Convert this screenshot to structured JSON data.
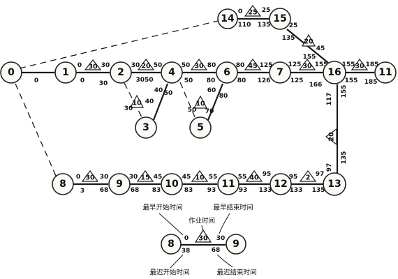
{
  "nodes": [
    {
      "id": "n0",
      "label": "0"
    },
    {
      "id": "n1",
      "label": "1"
    },
    {
      "id": "n2",
      "label": "2"
    },
    {
      "id": "n4",
      "label": "4"
    },
    {
      "id": "n6",
      "label": "6"
    },
    {
      "id": "n7",
      "label": "7"
    },
    {
      "id": "n16",
      "label": "16"
    },
    {
      "id": "n11",
      "label": "11"
    },
    {
      "id": "n14",
      "label": "14"
    },
    {
      "id": "n15",
      "label": "15"
    },
    {
      "id": "n3",
      "label": "3"
    },
    {
      "id": "n5",
      "label": "5"
    },
    {
      "id": "n8",
      "label": "8"
    },
    {
      "id": "n9",
      "label": "9"
    },
    {
      "id": "n10",
      "label": "10"
    },
    {
      "id": "n11b",
      "label": "11"
    },
    {
      "id": "n12",
      "label": "12"
    },
    {
      "id": "n13",
      "label": "13"
    },
    {
      "id": "leg8",
      "label": "8"
    },
    {
      "id": "leg9",
      "label": "9"
    }
  ],
  "edges": [
    {
      "id": "e0-1",
      "duration": "",
      "texts": [
        "0"
      ]
    },
    {
      "id": "e1-2",
      "duration": "30",
      "texts": [
        "0",
        "30",
        "0",
        "30"
      ]
    },
    {
      "id": "e2-4",
      "duration": "20",
      "texts": [
        "30",
        "50",
        "3050"
      ]
    },
    {
      "id": "e4-6",
      "duration": "30",
      "texts": [
        "50",
        "80",
        "50",
        "80"
      ]
    },
    {
      "id": "e6-7",
      "duration": "45",
      "texts": [
        "80",
        "125",
        "80",
        "126"
      ]
    },
    {
      "id": "e7-16",
      "duration": "30",
      "texts": [
        "125",
        "155",
        "125",
        "166"
      ]
    },
    {
      "id": "e16-11",
      "duration": "30",
      "texts": [
        "155",
        "185",
        "155",
        "185"
      ]
    },
    {
      "id": "e2-3",
      "duration": "10",
      "texts": [
        "30",
        "40"
      ]
    },
    {
      "id": "e3-4",
      "duration": "",
      "texts": [
        "40",
        "50"
      ]
    },
    {
      "id": "e4-5",
      "duration": "10",
      "texts": [
        "50",
        "60"
      ]
    },
    {
      "id": "e5-6",
      "duration": "",
      "texts": [
        "70",
        "80"
      ]
    },
    {
      "id": "e0-14",
      "duration": "",
      "texts": []
    },
    {
      "id": "e14-15",
      "duration": "25",
      "texts": [
        "0",
        "25",
        "110",
        "135"
      ]
    },
    {
      "id": "e15-16",
      "duration": "20",
      "texts": [
        "25",
        "45",
        "135",
        "155"
      ]
    },
    {
      "id": "e0-8",
      "duration": "",
      "texts": []
    },
    {
      "id": "e8-9",
      "duration": "30",
      "texts": [
        "0",
        "30",
        "3",
        "68"
      ]
    },
    {
      "id": "e9-10",
      "duration": "15",
      "texts": [
        "30",
        "45",
        "68",
        "83"
      ]
    },
    {
      "id": "e10-11b",
      "duration": "10",
      "texts": [
        "45",
        "55",
        "83",
        "93"
      ]
    },
    {
      "id": "e11b-12",
      "duration": "40",
      "texts": [
        "55",
        "95",
        "93",
        "133"
      ]
    },
    {
      "id": "e12-13",
      "duration": "2",
      "texts": [
        "95",
        "97",
        "133",
        "135"
      ]
    },
    {
      "id": "e13-16",
      "duration": "20",
      "texts": [
        "97",
        "117",
        "135",
        "155"
      ]
    }
  ],
  "legend": {
    "earliest_start_label": "最早开始时间",
    "earliest_finish_label": "最早结束时间",
    "duration_label": "作业时间",
    "latest_start_label": "最迟开始时间",
    "latest_finish_label": "最迟结束时间",
    "example": {
      "es": "0",
      "duration": "30",
      "ef": "30",
      "ls": "38",
      "lf": "68"
    }
  }
}
